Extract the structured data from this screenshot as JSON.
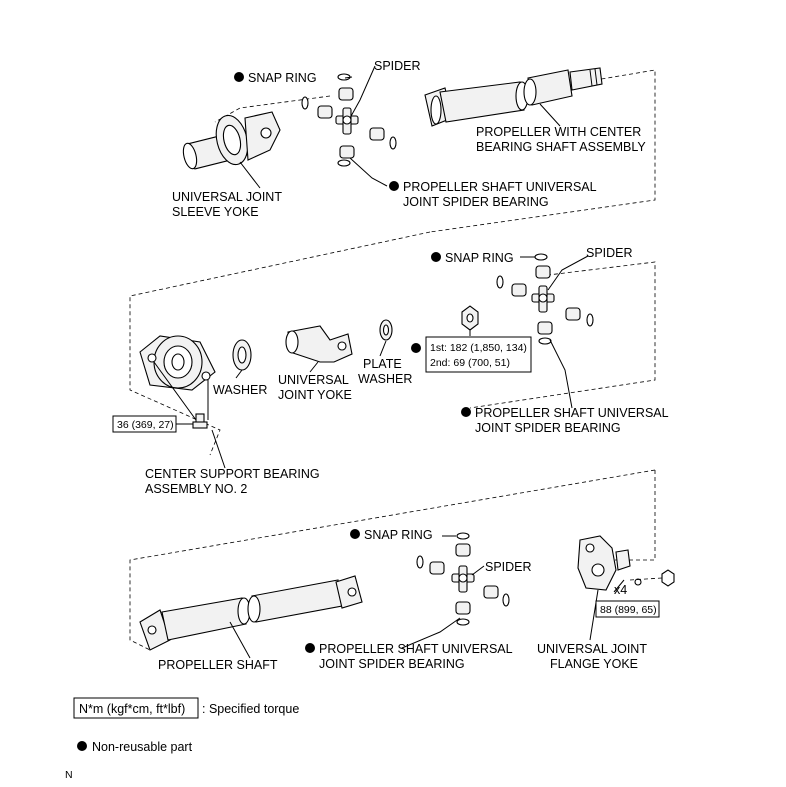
{
  "labels": {
    "snap_ring": "SNAP RING",
    "spider": "SPIDER",
    "propeller_with_center_line1": "PROPELLER WITH CENTER",
    "propeller_with_center_line2": "BEARING SHAFT ASSEMBLY",
    "uj_sleeve_yoke_line1": "UNIVERSAL JOINT",
    "uj_sleeve_yoke_line2": "SLEEVE YOKE",
    "spider_bearing_line1": "PROPELLER SHAFT UNIVERSAL",
    "spider_bearing_line2": "JOINT SPIDER BEARING",
    "washer": "WASHER",
    "universal_joint_yoke_line1": "UNIVERSAL",
    "universal_joint_yoke_line2": "JOINT YOKE",
    "plate_washer_line1": "PLATE",
    "plate_washer_line2": "WASHER",
    "center_support_line1": "CENTER SUPPORT BEARING",
    "center_support_line2": "ASSEMBLY NO. 2",
    "propeller_shaft": "PROPELLER SHAFT",
    "uj_flange_yoke_line1": "UNIVERSAL JOINT",
    "uj_flange_yoke_line2": "FLANGE YOKE",
    "quantity_x4": "x4"
  },
  "torques": {
    "nut_first": "1st: 182 (1,850, 134)",
    "nut_second": "2nd: 69 (700, 51)",
    "center_bolt": "36 (369, 27)",
    "flange_bolt": "88 (899, 65)"
  },
  "legend": {
    "unit_box": "N*m (kgf*cm, ft*lbf)",
    "specified_torque": ": Specified torque",
    "non_reusable": "Non-reusable part"
  },
  "footer": {
    "code": "N"
  },
  "colors": {
    "line": "#000000",
    "part_fill": "#f2f2f2",
    "background": "#ffffff"
  }
}
